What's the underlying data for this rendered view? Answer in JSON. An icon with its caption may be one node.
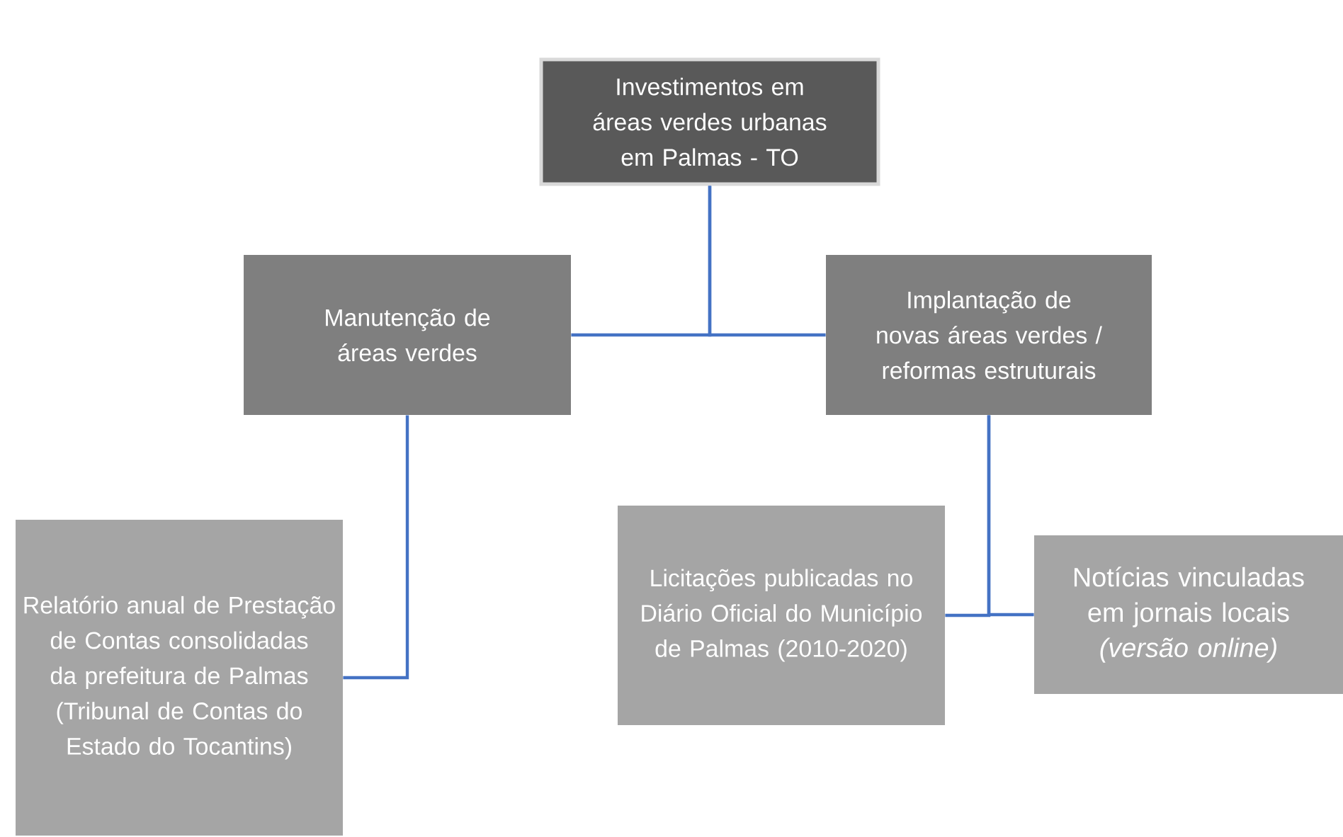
{
  "diagram": {
    "nodes": [
      {
        "text": [
          "Investimentos em áreas verdes urbanas em Palmas - TO"
        ]
      },
      {
        "text": [
          "Manutenção de áreas verdes"
        ]
      },
      {
        "text": [
          "Implantação de novas áreas verdes / reformas estruturais"
        ]
      },
      {
        "text": [
          "Relatório anual de Prestação de Contas consolidadas da prefeitura de Palmas (Tribunal de Contas do Estado do Tocantins)"
        ]
      },
      {
        "text": [
          "Licitações publicadas no Diário Oficial do Município de Palmas (2010-2020)"
        ]
      },
      {
        "text": [
          "Notícias vinculadas em jornais locais *(versão online)*"
        ]
      }
    ],
    "edges": [
      {
        "from": 0,
        "to": 1,
        "arrow": "none"
      },
      {
        "from": 0,
        "to": 2,
        "arrow": "none"
      },
      {
        "from": 1,
        "to": 3,
        "arrow": "none"
      },
      {
        "from": 2,
        "to": 4,
        "arrow": "none"
      },
      {
        "from": 2,
        "to": 5,
        "arrow": "none"
      }
    ]
  }
}
